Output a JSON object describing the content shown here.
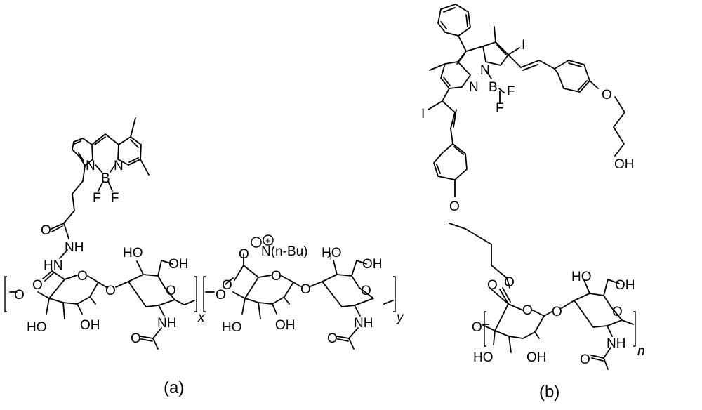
{
  "diagram": {
    "panel_a": {
      "caption": "(a)",
      "atoms": {
        "N1": "N",
        "N2": "N",
        "B": "B",
        "F1": "F",
        "F2": "F",
        "O_carbonyl": "O",
        "NH": "NH",
        "HN": "HN",
        "O_ring1": "O",
        "O_gly1": "O",
        "O_ring2": "O",
        "OH_62": "OH",
        "HO_42": "HO",
        "HO_21": "HO",
        "OH_31": "OH",
        "O_left": "O",
        "O_acid1": "O",
        "NH_ac1": "NH",
        "O_ac1": "O",
        "x": "x",
        "minus": "−",
        "plus": "+",
        "O_anion": "O",
        "N_cation": "N(n-Bu)",
        "subscript_4": "4",
        "O_carb2": "O",
        "O_ring3": "O",
        "O_gly3": "O",
        "O_ring4": "O",
        "HO_23": "HO",
        "OH_33": "OH",
        "O_link": "O",
        "HO_44": "HO",
        "OH_64": "OH",
        "NH_ac2": "NH",
        "O_ac2": "O",
        "y": "y"
      }
    },
    "panel_b": {
      "caption": "(b)",
      "atoms": {
        "I_top": "I",
        "I_bottom": "I",
        "N1": "N",
        "N2": "N",
        "B": "B",
        "F1": "F",
        "F2": "F",
        "O_ether1": "O",
        "OH_end": "OH",
        "O_ether2": "O",
        "O_ester": "O",
        "O_carbonyl": "O",
        "O_left": "O",
        "O_ring1": "O",
        "O_gly": "O",
        "HO_2": "HO",
        "OH_3": "OH",
        "HO_4": "HO",
        "OH_6": "OH",
        "O_ring2": "O",
        "NH_ac": "NH",
        "O_ac": "O",
        "n": "n"
      }
    }
  }
}
